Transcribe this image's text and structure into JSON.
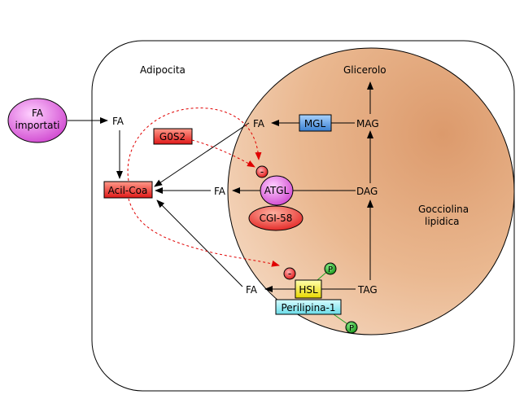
{
  "cell_label": "Adipocita",
  "droplet_label_line1": "Gocciolina",
  "droplet_label_line2": "lipidica",
  "glycerol": "Glicerolo",
  "fa_imported_line1": "FA",
  "fa_imported_line2": "importati",
  "fa_top": "FA",
  "acyl_coa": "Acil-Coa",
  "g0s2": "G0S2",
  "fa_mgl": "FA",
  "mgl": "MGL",
  "mag": "MAG",
  "fa_atgl": "FA",
  "atgl": "ATGL",
  "dag": "DAG",
  "cgi58": "CGI-58",
  "minus_atgl": "-",
  "minus_hsl": "-",
  "fa_hsl": "FA",
  "hsl": "HSL",
  "tag": "TAG",
  "perilipin": "Perilipina-1",
  "p_hsl": "P",
  "p_perilipin": "P",
  "colors": {
    "droplet": "#e8b48e",
    "enzyme_red": "#e02020",
    "atgl_magenta": "#d044d0",
    "mgl_blue": "#4a90d9",
    "hsl_yellow": "#f0e020",
    "perilipin_cyan": "#7ee8f0",
    "phosphate_green": "#22a022",
    "inhibition_red": "#e00000"
  }
}
